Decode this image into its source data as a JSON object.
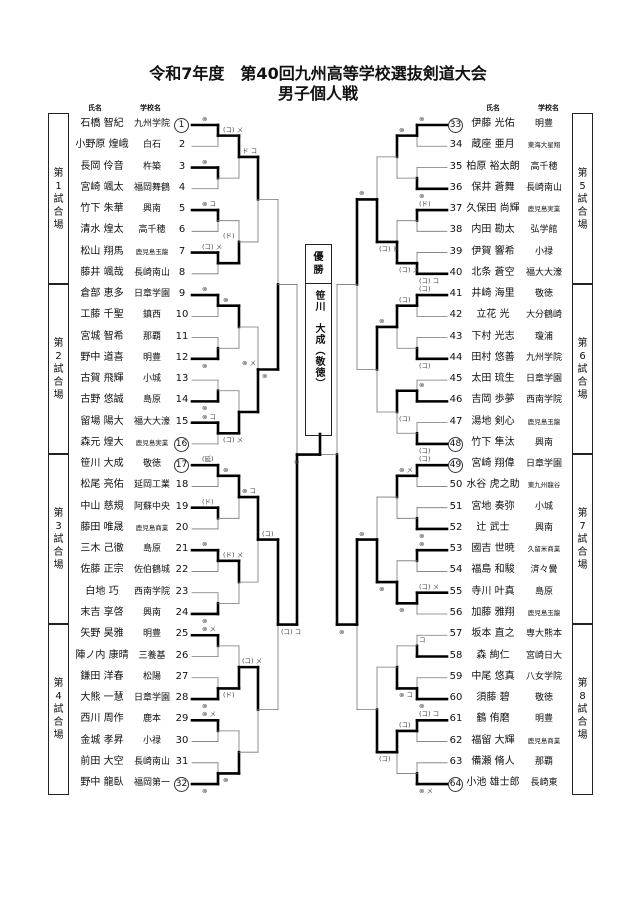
{
  "title": "令和7年度　第40回九州高等学校選抜剣道大会",
  "subtitle": "男子個人戦",
  "headers": {
    "name": "氏名",
    "school": "学校名"
  },
  "champion": {
    "label": "優勝",
    "name": "笹川　大成（敬徳）"
  },
  "venues": {
    "left": [
      "第1試合場",
      "第2試合場",
      "第3試合場",
      "第4試合場"
    ],
    "right": [
      "第5試合場",
      "第6試合場",
      "第7試合場",
      "第8試合場"
    ]
  },
  "players": {
    "left": [
      {
        "no": "1",
        "name": "石橋 智紀",
        "school": "九州学院"
      },
      {
        "no": "2",
        "name": "小野原 煌峨",
        "school": "白石"
      },
      {
        "no": "3",
        "name": "長岡 伶音",
        "school": "杵築"
      },
      {
        "no": "4",
        "name": "宮崎 颯太",
        "school": "福岡舞鶴"
      },
      {
        "no": "5",
        "name": "竹下 朱華",
        "school": "興南"
      },
      {
        "no": "6",
        "name": "清水 煌太",
        "school": "高千穂"
      },
      {
        "no": "7",
        "name": "松山 翔馬",
        "school": "鹿児島玉龍"
      },
      {
        "no": "8",
        "name": "藤井 颯哉",
        "school": "長崎南山"
      },
      {
        "no": "9",
        "name": "倉部 恵多",
        "school": "日章学園"
      },
      {
        "no": "10",
        "name": "工藤 千聖",
        "school": "鎮西"
      },
      {
        "no": "11",
        "name": "宮城 智希",
        "school": "那覇"
      },
      {
        "no": "12",
        "name": "野中 道喜",
        "school": "明豊"
      },
      {
        "no": "13",
        "name": "古賀 飛輝",
        "school": "小城"
      },
      {
        "no": "14",
        "name": "古野 悠誠",
        "school": "島原"
      },
      {
        "no": "15",
        "name": "留場 陽大",
        "school": "福大大濠"
      },
      {
        "no": "16",
        "name": "森元 煌大",
        "school": "鹿児島実業"
      },
      {
        "no": "17",
        "name": "笹川 大成",
        "school": "敬徳"
      },
      {
        "no": "18",
        "name": "松尾 亮佑",
        "school": "延岡工業"
      },
      {
        "no": "19",
        "name": "中山 慈規",
        "school": "阿蘇中央"
      },
      {
        "no": "20",
        "name": "藤田 唯晟",
        "school": "鹿児島商業"
      },
      {
        "no": "21",
        "name": "三木 己徹",
        "school": "島原"
      },
      {
        "no": "22",
        "name": "佐藤 正宗",
        "school": "佐伯鶴城"
      },
      {
        "no": "23",
        "name": "白地 巧",
        "school": "西南学院"
      },
      {
        "no": "24",
        "name": "末吉 享啓",
        "school": "興南"
      },
      {
        "no": "25",
        "name": "矢野 昊雅",
        "school": "明豊"
      },
      {
        "no": "26",
        "name": "陣ノ内 康晴",
        "school": "三養基"
      },
      {
        "no": "27",
        "name": "鎌田 洋春",
        "school": "松陽"
      },
      {
        "no": "28",
        "name": "大熊 一慧",
        "school": "日章学園"
      },
      {
        "no": "29",
        "name": "西川 周作",
        "school": "鹿本"
      },
      {
        "no": "30",
        "name": "金城 孝昇",
        "school": "小禄"
      },
      {
        "no": "31",
        "name": "前田 大空",
        "school": "長崎南山"
      },
      {
        "no": "32",
        "name": "野中 龍臥",
        "school": "福岡第一"
      }
    ],
    "right": [
      {
        "no": "33",
        "name": "伊藤 光佑",
        "school": "明豊"
      },
      {
        "no": "34",
        "name": "蔵座 亜月",
        "school": "東海大星翔"
      },
      {
        "no": "35",
        "name": "柏原 裕太朗",
        "school": "高千穂"
      },
      {
        "no": "36",
        "name": "保井 蒼舞",
        "school": "長崎南山"
      },
      {
        "no": "37",
        "name": "久保田 尚輝",
        "school": "鹿児島実業"
      },
      {
        "no": "38",
        "name": "内田 勘太",
        "school": "弘学館"
      },
      {
        "no": "39",
        "name": "伊賀 響希",
        "school": "小禄"
      },
      {
        "no": "40",
        "name": "北条 蒼空",
        "school": "福大大濠"
      },
      {
        "no": "41",
        "name": "井崎 海里",
        "school": "敬徳"
      },
      {
        "no": "42",
        "name": "立花 光",
        "school": "大分鶴崎"
      },
      {
        "no": "43",
        "name": "下村 光志",
        "school": "瓊浦"
      },
      {
        "no": "44",
        "name": "田村 悠善",
        "school": "九州学院"
      },
      {
        "no": "45",
        "name": "太田 琉生",
        "school": "日章学園"
      },
      {
        "no": "46",
        "name": "吉岡 歩夢",
        "school": "西南学院"
      },
      {
        "no": "47",
        "name": "湯地 剣心",
        "school": "鹿児島玉龍"
      },
      {
        "no": "48",
        "name": "竹下 隼汰",
        "school": "興南"
      },
      {
        "no": "49",
        "name": "宮崎 翔偉",
        "school": "日章学園"
      },
      {
        "no": "50",
        "name": "水谷 虎之助",
        "school": "東九州龍谷"
      },
      {
        "no": "51",
        "name": "宮地 奏弥",
        "school": "小城"
      },
      {
        "no": "52",
        "name": "辻 武士",
        "school": "興南"
      },
      {
        "no": "53",
        "name": "國吉 世暁",
        "school": "久留米商業"
      },
      {
        "no": "54",
        "name": "福島 和駿",
        "school": "済々黌"
      },
      {
        "no": "55",
        "name": "寺川 叶真",
        "school": "島原"
      },
      {
        "no": "56",
        "name": "加藤 雅翔",
        "school": "鹿児島玉龍"
      },
      {
        "no": "57",
        "name": "坂本 直之",
        "school": "専大熊本"
      },
      {
        "no": "58",
        "name": "森 絢仁",
        "school": "宮崎日大"
      },
      {
        "no": "59",
        "name": "中尾 悠真",
        "school": "八女学院"
      },
      {
        "no": "60",
        "name": "須藤 碧",
        "school": "敬徳"
      },
      {
        "no": "61",
        "name": "鶴 侑磨",
        "school": "明豊"
      },
      {
        "no": "62",
        "name": "福留 大輝",
        "school": "鹿児島商業"
      },
      {
        "no": "63",
        "name": "備瀬 脩人",
        "school": "那覇"
      },
      {
        "no": "64",
        "name": "小池 雄士郎",
        "school": "長崎東"
      }
    ]
  },
  "circled_numbers": [
    "1",
    "16",
    "17",
    "32",
    "33",
    "48",
    "49",
    "64"
  ],
  "winners": {
    "left": [
      [
        "1",
        "3",
        "5",
        "7",
        "9",
        "12",
        "14",
        "15",
        "17",
        "19",
        "21",
        "24",
        "25",
        "28",
        "29",
        "32"
      ],
      [
        "1",
        "7",
        "9",
        "15",
        "17",
        "21",
        "28",
        "32"
      ],
      [
        "1",
        "15",
        "17",
        "28"
      ],
      [
        "15",
        "17"
      ],
      [
        "17"
      ]
    ],
    "right": [
      [
        "33",
        "36",
        "37",
        "40",
        "41",
        "44",
        "46",
        "48",
        "49",
        "52",
        "53",
        "55",
        "58",
        "60",
        "61",
        "64"
      ],
      [
        "33",
        "40",
        "41",
        "46",
        "49",
        "55",
        "60",
        "61"
      ],
      [
        "40",
        "41",
        "55",
        "61"
      ],
      [
        "40",
        "55"
      ],
      [
        "55"
      ]
    ],
    "final": "17"
  },
  "marks": {
    "left": [
      [
        {
          "t": "⊗",
          "p": "a"
        },
        {
          "t": "⊗",
          "p": "a"
        },
        {
          "t": "⊗ コ",
          "p": "a"
        },
        {
          "t": "(コ) メ",
          "p": "a"
        },
        {
          "t": "⊗",
          "p": "a"
        },
        {
          "t": "⊗",
          "p": "b"
        },
        {
          "t": "⊗",
          "p": "b"
        },
        {
          "t": "⊗ コ",
          "p": "a"
        },
        {
          "t": "(延)",
          "p": "a"
        },
        {
          "t": "(ド)",
          "p": "a"
        },
        {
          "t": "⊗",
          "p": "a"
        },
        {
          "t": "⊗",
          "p": "b"
        },
        {
          "t": "⊗ メ",
          "p": "a"
        },
        {
          "t": "⊗",
          "p": "b"
        },
        {
          "t": "⊗ メ",
          "p": "a"
        },
        {
          "t": "⊗",
          "p": "b"
        }
      ],
      [
        {
          "t": "(コ) メ",
          "p": "a"
        },
        {
          "t": "(ド)",
          "p": "a"
        },
        {
          "t": "⊗",
          "p": "a"
        },
        {
          "t": "(コ) メ",
          "p": "b"
        },
        {
          "t": "⊗",
          "p": "a"
        },
        {
          "t": "(ド) メ",
          "p": "a"
        },
        {
          "t": "(ド)",
          "p": "b"
        },
        {
          "t": "⊗",
          "p": "b"
        }
      ],
      [
        {
          "t": "ド コ",
          "p": "a"
        },
        {
          "t": "⊗ メ",
          "p": "a"
        },
        {
          "t": "⊗ コ",
          "p": "a"
        },
        {
          "t": "(コ) メ",
          "p": "a"
        }
      ],
      [
        {
          "t": "⊗",
          "p": "b"
        },
        {
          "t": "(コ)",
          "p": "a"
        }
      ],
      [
        {
          "t": "(コ) コ",
          "p": "b"
        }
      ]
    ],
    "right": [
      [
        {
          "t": "⊗",
          "p": "a"
        },
        {
          "t": "⊗",
          "p": "b"
        },
        {
          "t": "(ド)",
          "p": "a"
        },
        {
          "t": "(コ) コ",
          "p": "b"
        },
        {
          "t": "(コ)",
          "p": "a"
        },
        {
          "t": "(コ)",
          "p": "b"
        },
        {
          "t": "⊗",
          "p": "a"
        },
        {
          "t": "(コ)",
          "p": "b"
        },
        {
          "t": "(コ)",
          "p": "a"
        },
        {
          "t": "⊗",
          "p": "b"
        },
        {
          "t": "⊗",
          "p": "a"
        },
        {
          "t": "(コ) メ",
          "p": "a"
        },
        {
          "t": "コ",
          "p": "a"
        },
        {
          "t": "⊗",
          "p": "b"
        },
        {
          "t": "(コ) コ",
          "p": "a"
        },
        {
          "t": "⊗ メ",
          "p": "b"
        }
      ],
      [
        {
          "t": "⊗",
          "p": "a"
        },
        {
          "t": "(コ) メ",
          "p": "b"
        },
        {
          "t": "(コ)",
          "p": "a"
        },
        {
          "t": "(コ)",
          "p": "b"
        },
        {
          "t": "⊗ メ",
          "p": "a"
        },
        {
          "t": "⊗",
          "p": "b"
        },
        {
          "t": "⊗ コ",
          "p": "b"
        },
        {
          "t": "(コ)",
          "p": "a"
        }
      ],
      [
        {
          "t": "(コ) ド",
          "p": "b"
        },
        {
          "t": "⊗",
          "p": "a"
        },
        {
          "t": "⊗",
          "p": "b"
        },
        {
          "t": "(コ)",
          "p": "b"
        }
      ],
      [
        {
          "t": "⊗",
          "p": "a"
        },
        {
          "t": "⊗",
          "p": "a"
        }
      ],
      [
        {
          "t": "⊗",
          "p": "b"
        }
      ]
    ],
    "final": {
      "t": "⊗",
      "p": "a"
    }
  }
}
